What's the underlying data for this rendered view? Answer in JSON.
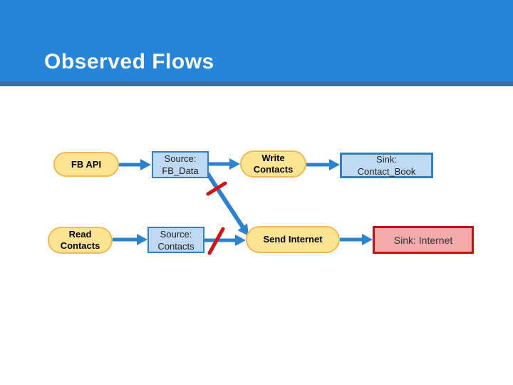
{
  "slide": {
    "title": "Observed Flows"
  },
  "colors": {
    "header_blue": "#2585DB",
    "header_accent": "#3A6D9E",
    "arrow_blue": "#2C82CC",
    "blocked_red": "#D01415",
    "process_fill": "#FCE493",
    "process_border": "#F0BA55",
    "source_fill": "#BFD9F3",
    "source_border": "#3181C6",
    "sink_blocked_fill": "#F2ABA9",
    "sink_blocked_border": "#C3120F"
  },
  "diagram": {
    "nodes": {
      "fb_api": {
        "label": "FB API",
        "type": "process"
      },
      "source_fb_data": {
        "label": "Source:\nFB_Data",
        "type": "source"
      },
      "write_contacts": {
        "label": "Write\nContacts",
        "type": "process"
      },
      "sink_contact_book": {
        "label": "Sink:\nContact_Book",
        "type": "sink"
      },
      "read_contacts": {
        "label": "Read\nContacts",
        "type": "process"
      },
      "source_contacts": {
        "label": "Source:\nContacts",
        "type": "source"
      },
      "send_internet": {
        "label": "Send Internet",
        "type": "process"
      },
      "sink_internet": {
        "label": "Sink: Internet",
        "type": "sink-blocked"
      }
    },
    "edges": [
      {
        "from": "FB API",
        "to": "Source: FB_Data",
        "blocked": false
      },
      {
        "from": "Source: FB_Data",
        "to": "Write Contacts",
        "blocked": false
      },
      {
        "from": "Write Contacts",
        "to": "Sink: Contact_Book",
        "blocked": false
      },
      {
        "from": "Read Contacts",
        "to": "Source: Contacts",
        "blocked": false
      },
      {
        "from": "Source: Contacts",
        "to": "Send Internet",
        "blocked": true
      },
      {
        "from": "Source: FB_Data",
        "to": "Send Internet",
        "blocked": true
      },
      {
        "from": "Send Internet",
        "to": "Sink: Internet",
        "blocked": false
      }
    ]
  }
}
